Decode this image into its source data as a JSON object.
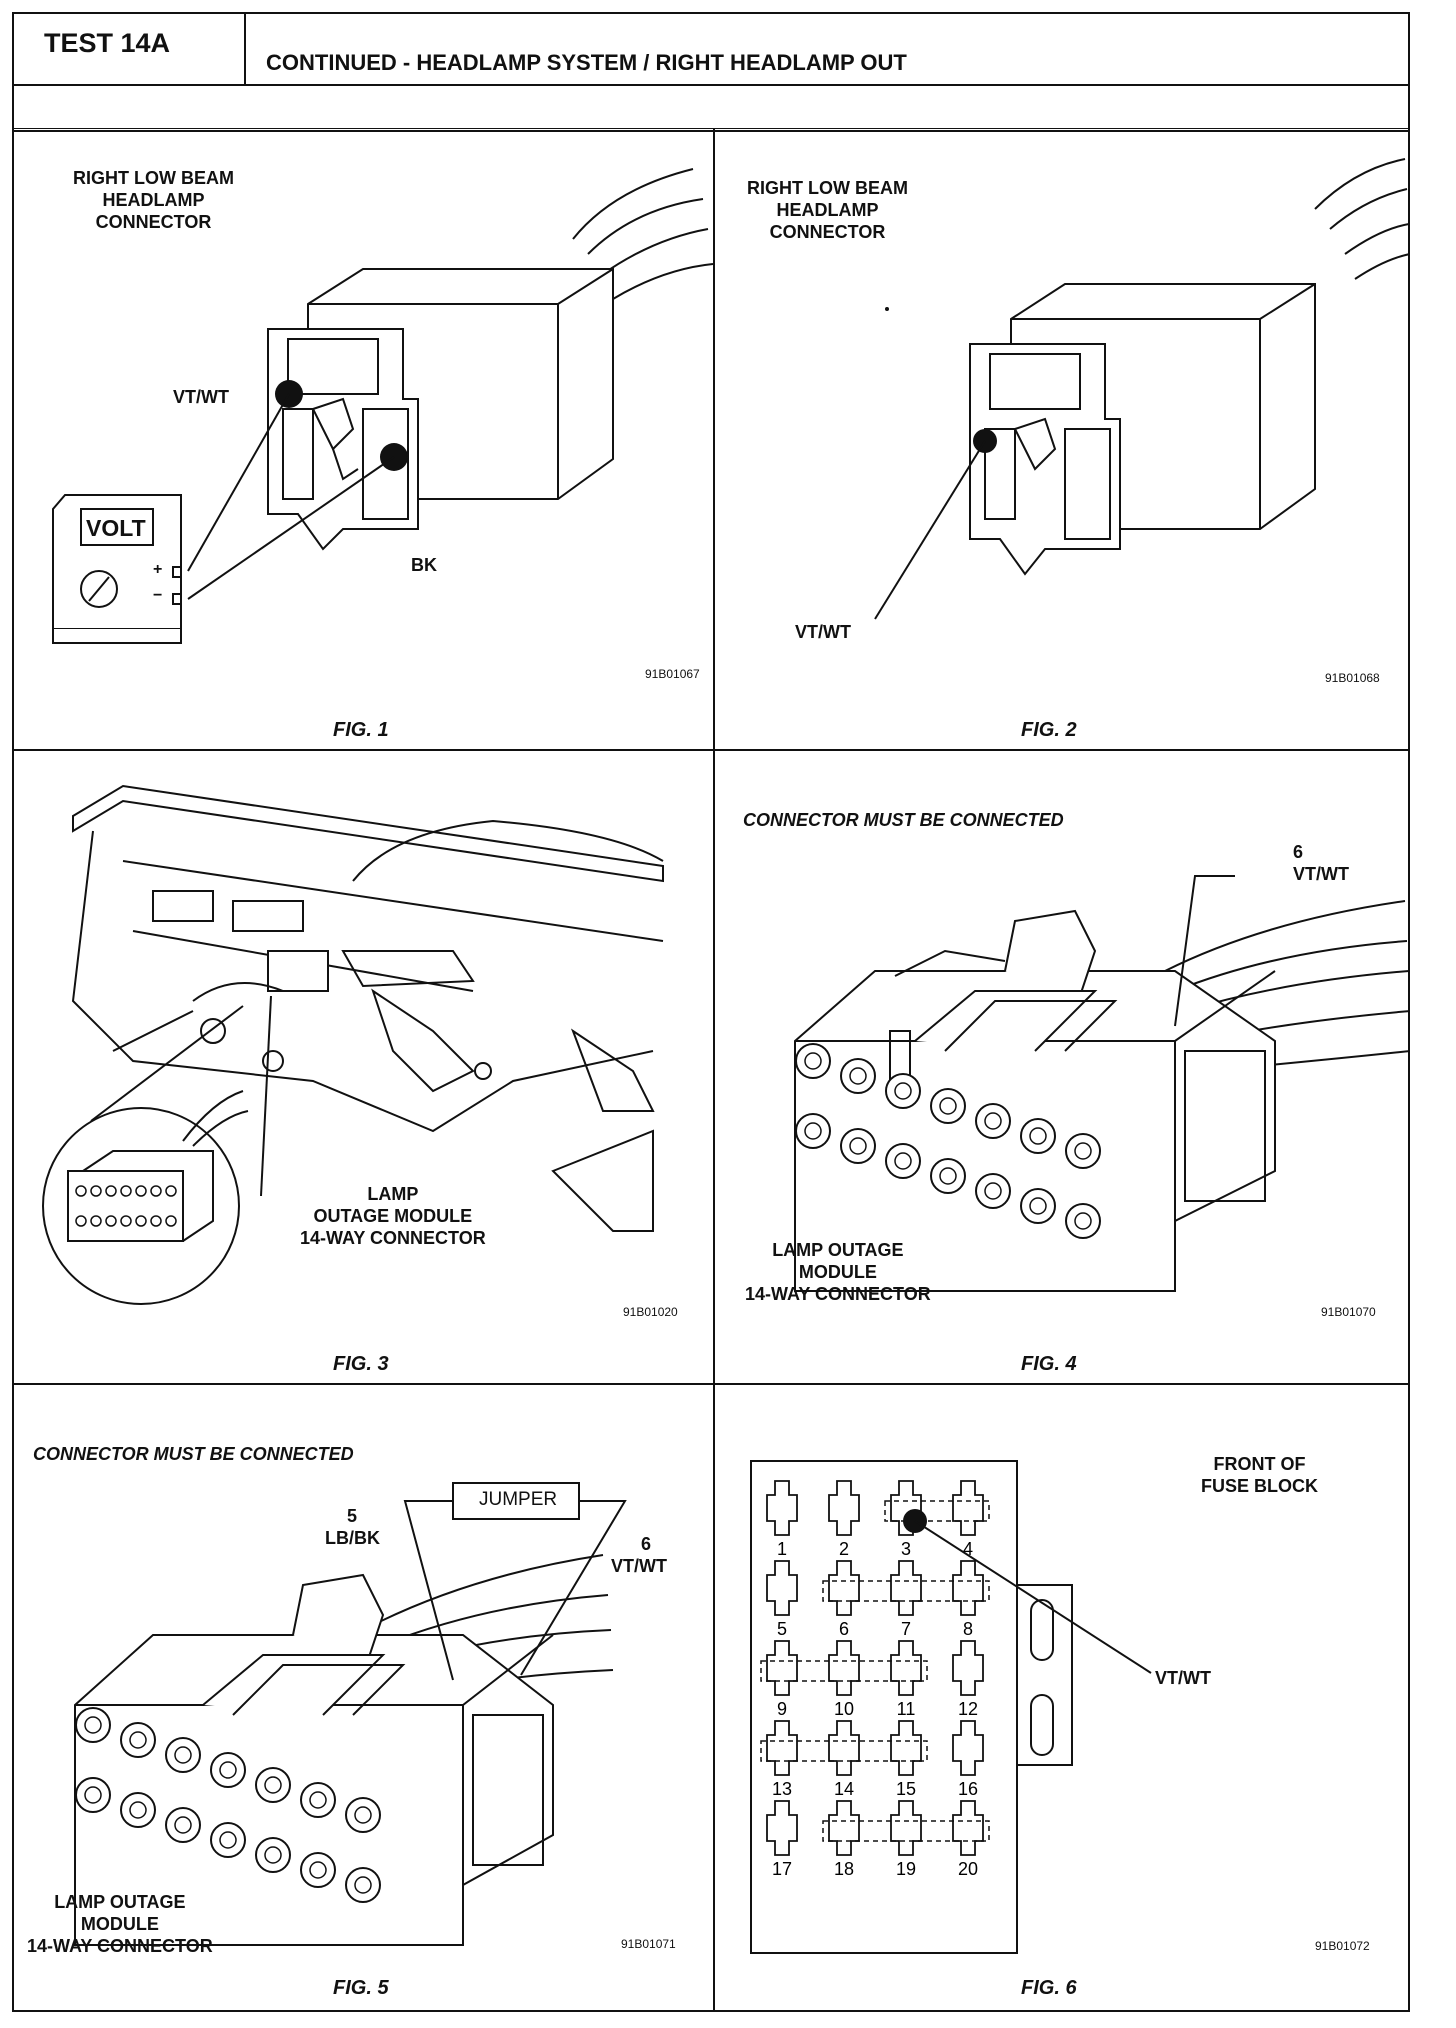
{
  "header": {
    "test_id": "TEST 14A",
    "title": "CONTINUED - HEADLAMP SYSTEM / RIGHT HEADLAMP OUT"
  },
  "fig1": {
    "connector_label": "RIGHT LOW BEAM\nHEADLAMP\nCONNECTOR",
    "wire_top": "VT/WT",
    "wire_bottom": "BK",
    "meter_label": "VOLT",
    "meter_plus": "+",
    "meter_minus": "−",
    "code": "91B01067",
    "caption": "FIG. 1"
  },
  "fig2": {
    "connector_label": "RIGHT LOW BEAM\nHEADLAMP\nCONNECTOR",
    "wire": "VT/WT",
    "code": "91B01068",
    "caption": "FIG. 2"
  },
  "fig3": {
    "module_label": "LAMP\nOUTAGE MODULE\n14-WAY CONNECTOR",
    "code": "91B01020",
    "caption": "FIG. 3"
  },
  "fig4": {
    "note": "CONNECTOR MUST BE CONNECTED",
    "pin_number": "6",
    "pin_wire": "VT/WT",
    "module_label": "LAMP OUTAGE\nMODULE\n14-WAY CONNECTOR",
    "code": "91B01070",
    "caption": "FIG. 4"
  },
  "fig5": {
    "note": "CONNECTOR MUST BE CONNECTED",
    "jumper": "JUMPER",
    "pin5_number": "5",
    "pin5_wire": "LB/BK",
    "pin6_number": "6",
    "pin6_wire": "VT/WT",
    "module_label": "LAMP OUTAGE\nMODULE\n14-WAY CONNECTOR",
    "code": "91B01071",
    "caption": "FIG. 5"
  },
  "fig6": {
    "block_label": "FRONT OF\nFUSE BLOCK",
    "wire": "VT/WT",
    "fuse_numbers": [
      "1",
      "2",
      "3",
      "4",
      "5",
      "6",
      "7",
      "8",
      "9",
      "10",
      "11",
      "12",
      "13",
      "14",
      "15",
      "16",
      "17",
      "18",
      "19",
      "20"
    ],
    "code": "91B01072",
    "caption": "FIG. 6"
  }
}
